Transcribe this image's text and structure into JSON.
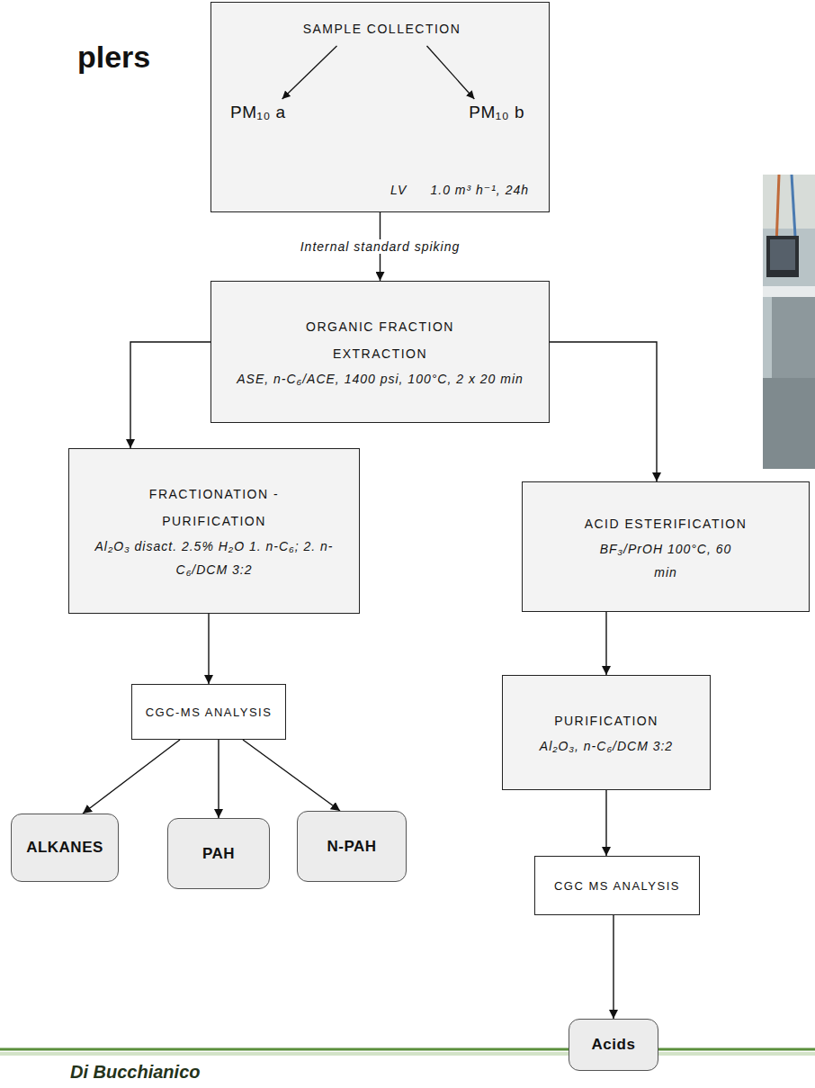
{
  "diagram": {
    "nodes": [
      {
        "text": [
          "SAMPLE COLLECTION",
          "PM₁₀ a",
          "PM₁₀ b",
          "LV",
          "1.0 m³ h⁻¹, 24h"
        ]
      },
      {
        "text": [
          "ORGANIC FRACTION EXTRACTION",
          "ASE, n-C₆/ACE, 1400 psi, 100°C, 2 x 20 min"
        ]
      },
      {
        "text": [
          "FRACTIONATION - PURIFICATION",
          "Al₂O₃ disact. 2.5% H₂O 1. n-C₆; 2. n-C₆/DCM 3:2"
        ]
      },
      {
        "text": [
          "ACID ESTERIFICATION",
          "BF₃/PrOH 100°C, 60 min"
        ]
      },
      {
        "text": [
          "CGC-MS ANALYSIS"
        ]
      },
      {
        "text": [
          "PURIFICATION",
          "Al₂O₃, n-C₆/DCM 3:2"
        ]
      },
      {
        "text": [
          "ALKANES"
        ]
      },
      {
        "text": [
          "PAH"
        ]
      },
      {
        "text": [
          "N-PAH"
        ]
      },
      {
        "text": [
          "CGC MS ANALYSIS"
        ]
      },
      {
        "text": [
          "Acids"
        ]
      }
    ],
    "edges": [
      {
        "from": 0,
        "to": 1,
        "arrow": "to",
        "label": "Internal standard spiking"
      },
      {
        "from": 1,
        "to": 2,
        "arrow": "to"
      },
      {
        "from": 1,
        "to": 3,
        "arrow": "to"
      },
      {
        "from": 2,
        "to": 4,
        "arrow": "to"
      },
      {
        "from": 4,
        "to": 6,
        "arrow": "to"
      },
      {
        "from": 4,
        "to": 7,
        "arrow": "to"
      },
      {
        "from": 4,
        "to": 8,
        "arrow": "to"
      },
      {
        "from": 3,
        "to": 5,
        "arrow": "to"
      },
      {
        "from": 5,
        "to": 9,
        "arrow": "to"
      },
      {
        "from": 9,
        "to": 10,
        "arrow": "to"
      }
    ],
    "labels": [
      "plers",
      "Di Bucchianico"
    ]
  }
}
